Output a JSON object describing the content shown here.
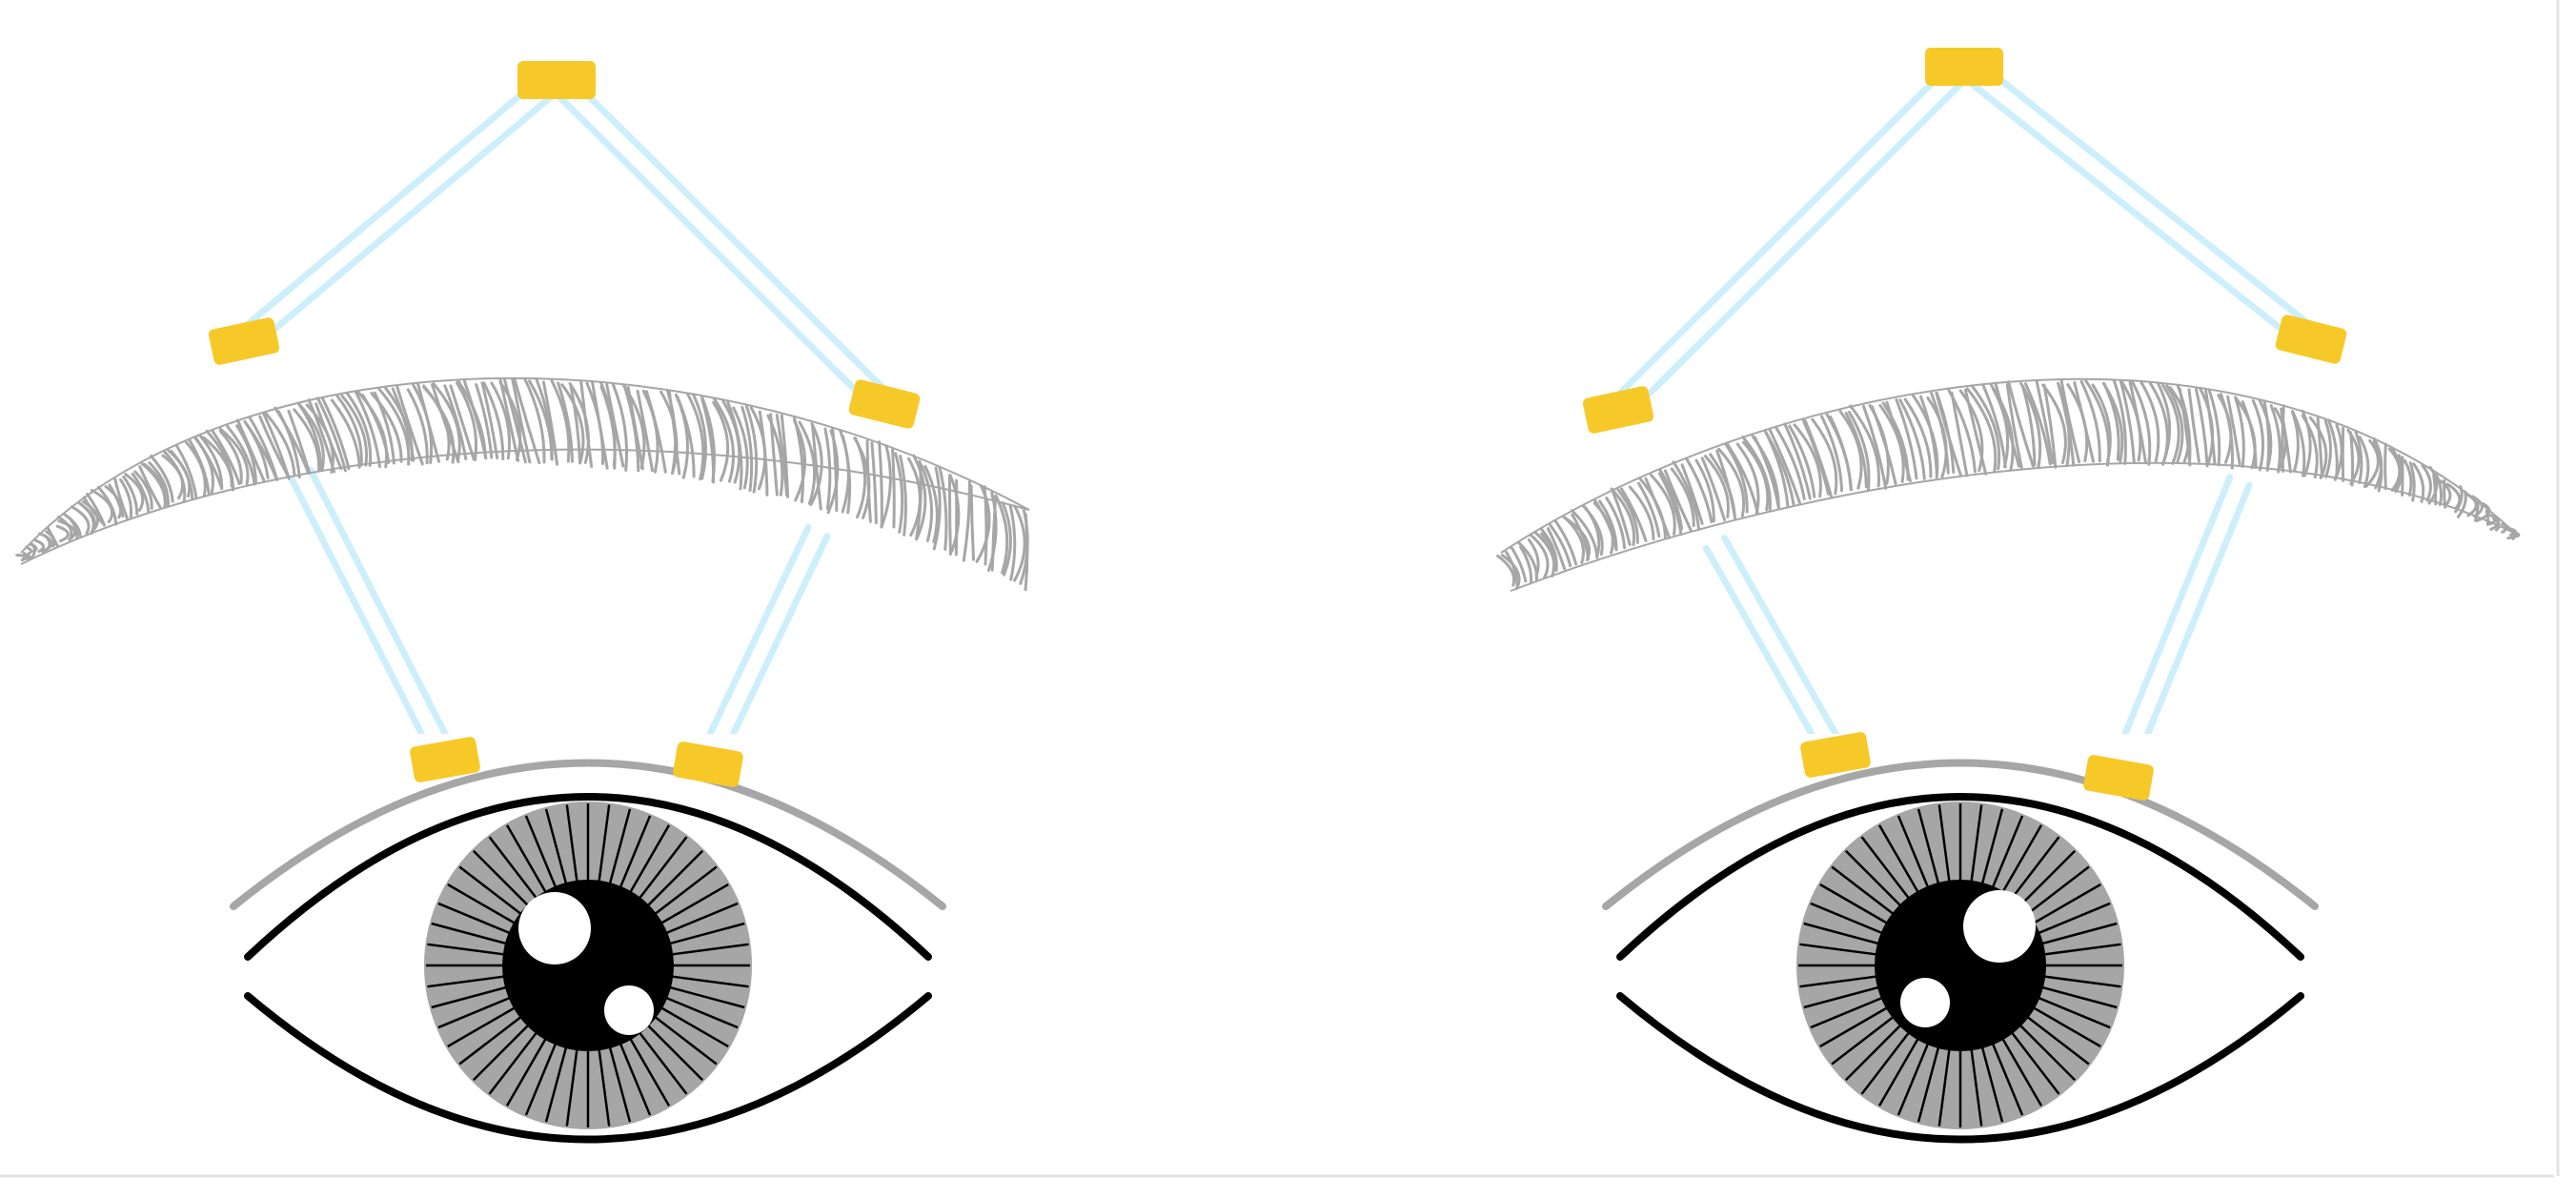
{
  "colors": {
    "background": "#ffffff",
    "marker": "#F7C928",
    "link": "#CDEFFB",
    "brow": "#A6A6A6",
    "lid_crease": "#A6A6A6",
    "lid_line": "#000000",
    "iris": "#A6A6A6",
    "iris_fibres": "#000000",
    "pupil": "#000000",
    "highlight": "#ffffff",
    "frame_edge": "#D9D9D9"
  },
  "icons": {
    "left_eye": "eye-icon",
    "right_eye": "eye-icon",
    "marker": "rectangle-marker-icon",
    "link": "double-line-connector-icon"
  },
  "figures": [
    {
      "name": "left",
      "eye_marker_count": 2,
      "brow_marker_count": 2,
      "apex_marker_count": 1
    },
    {
      "name": "right",
      "eye_marker_count": 2,
      "brow_marker_count": 2,
      "apex_marker_count": 1
    }
  ]
}
